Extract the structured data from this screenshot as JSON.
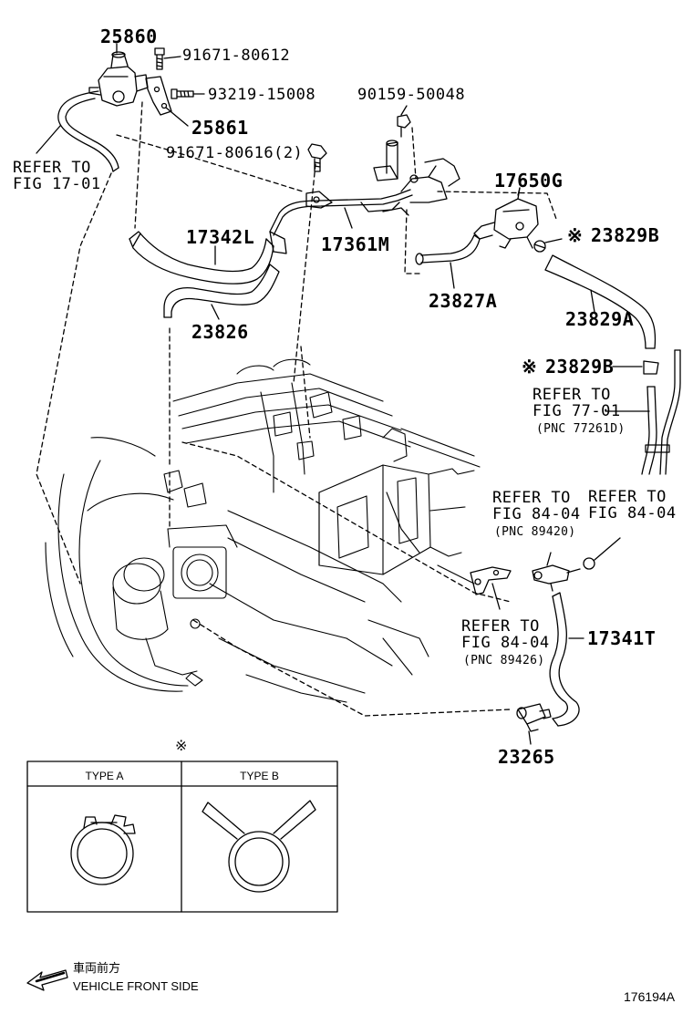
{
  "parts": {
    "p25860": "25860",
    "p91671_80612": "91671-80612",
    "p93219_15008": "93219-15008",
    "p25861": "25861",
    "p90159_50048": "90159-50048",
    "p91671_80616": "91671-80616(2)",
    "p17650G": "17650G",
    "p23829B_a": "23829B",
    "p17342L": "17342L",
    "p17361M": "17361M",
    "p23827A": "23827A",
    "p23826": "23826",
    "p23829A": "23829A",
    "p23829B_b": "23829B",
    "p17341T": "17341T",
    "p23265": "23265"
  },
  "marks": {
    "kome": "※"
  },
  "refs": {
    "fig1701_a": "REFER TO",
    "fig1701_b": "FIG 17-01",
    "fig7701_a": "REFER TO",
    "fig7701_b": "FIG 77-01",
    "fig7701_c": "(PNC 77261D)",
    "fig8404_1a": "REFER TO",
    "fig8404_1b": "FIG 84-04",
    "fig8404_1c": "(PNC 89420)",
    "fig8404_2a": "REFER TO",
    "fig8404_2b": "FIG 84-04",
    "fig8404_3a": "REFER TO",
    "fig8404_3b": "FIG 84-04",
    "fig8404_3c": "(PNC 89426)"
  },
  "clamp_table": {
    "type_a": "TYPE A",
    "type_b": "TYPE B"
  },
  "footer": {
    "jp_label": "車両前方",
    "en_label": "VEHICLE FRONT SIDE",
    "figure_id": "176194A"
  }
}
